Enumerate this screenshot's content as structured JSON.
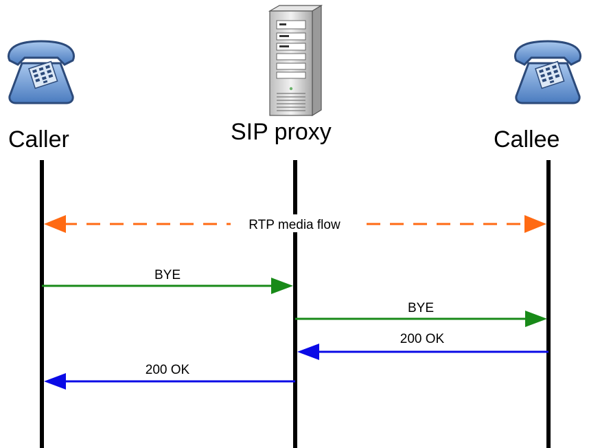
{
  "participants": [
    {
      "id": "caller",
      "label": "Caller",
      "icon": "telephone-icon"
    },
    {
      "id": "proxy",
      "label": "SIP proxy",
      "icon": "server-icon"
    },
    {
      "id": "callee",
      "label": "Callee",
      "icon": "telephone-icon"
    }
  ],
  "flows": [
    {
      "id": "rtp",
      "label": "RTP media flow",
      "from": "caller",
      "to": "callee",
      "style": "dashed",
      "bidirectional": true,
      "color": "#FF6A13"
    },
    {
      "id": "bye1",
      "label": "BYE",
      "from": "caller",
      "to": "proxy",
      "style": "solid",
      "color": "#188A18"
    },
    {
      "id": "bye2",
      "label": "BYE",
      "from": "proxy",
      "to": "callee",
      "style": "solid",
      "color": "#188A18"
    },
    {
      "id": "ok1",
      "label": "200 OK",
      "from": "callee",
      "to": "proxy",
      "style": "solid",
      "color": "#0A0AE6"
    },
    {
      "id": "ok2",
      "label": "200 OK",
      "from": "proxy",
      "to": "caller",
      "style": "solid",
      "color": "#0A0AE6"
    }
  ],
  "colors": {
    "lifeline": "#000000",
    "phone_body": "#5B8CC8",
    "phone_outline": "#2C4A7A",
    "server_body": "#D9D9D9"
  }
}
